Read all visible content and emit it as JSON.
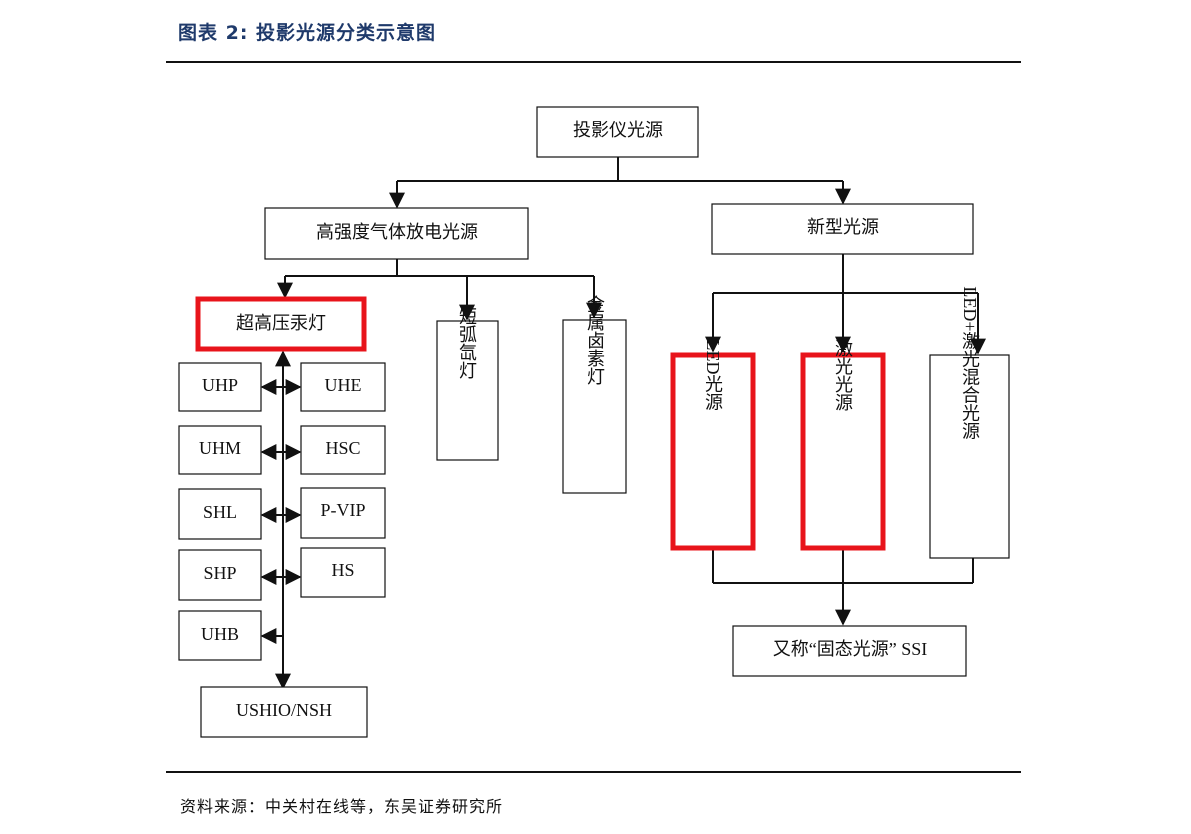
{
  "header": {
    "figure_title": "图表 2:  投影光源分类示意图"
  },
  "footer": {
    "source": "资料来源：中关村在线等，东吴证券研究所"
  },
  "diagram": {
    "root": "投影仪光源",
    "hid": "高强度气体放电光源",
    "new_type": "新型光源",
    "uhp_lamp": "超高压汞灯",
    "short_arc": "短弧氙灯",
    "metal_halide": "金属卤素灯",
    "led": "LED光源",
    "laser": "激光光源",
    "led_laser": "LED+激光混合光源",
    "solid_state": "又称“固态光源”  SSI",
    "lamp_types_left": [
      "UHP",
      "UHM",
      "SHL",
      "SHP",
      "UHB"
    ],
    "lamp_types_right": [
      "UHE",
      "HSC",
      "P-VIP",
      "HS"
    ],
    "ushio": "USHIO/NSH"
  },
  "colors": {
    "highlight": "#e8141b",
    "title": "#1f3a6b"
  }
}
